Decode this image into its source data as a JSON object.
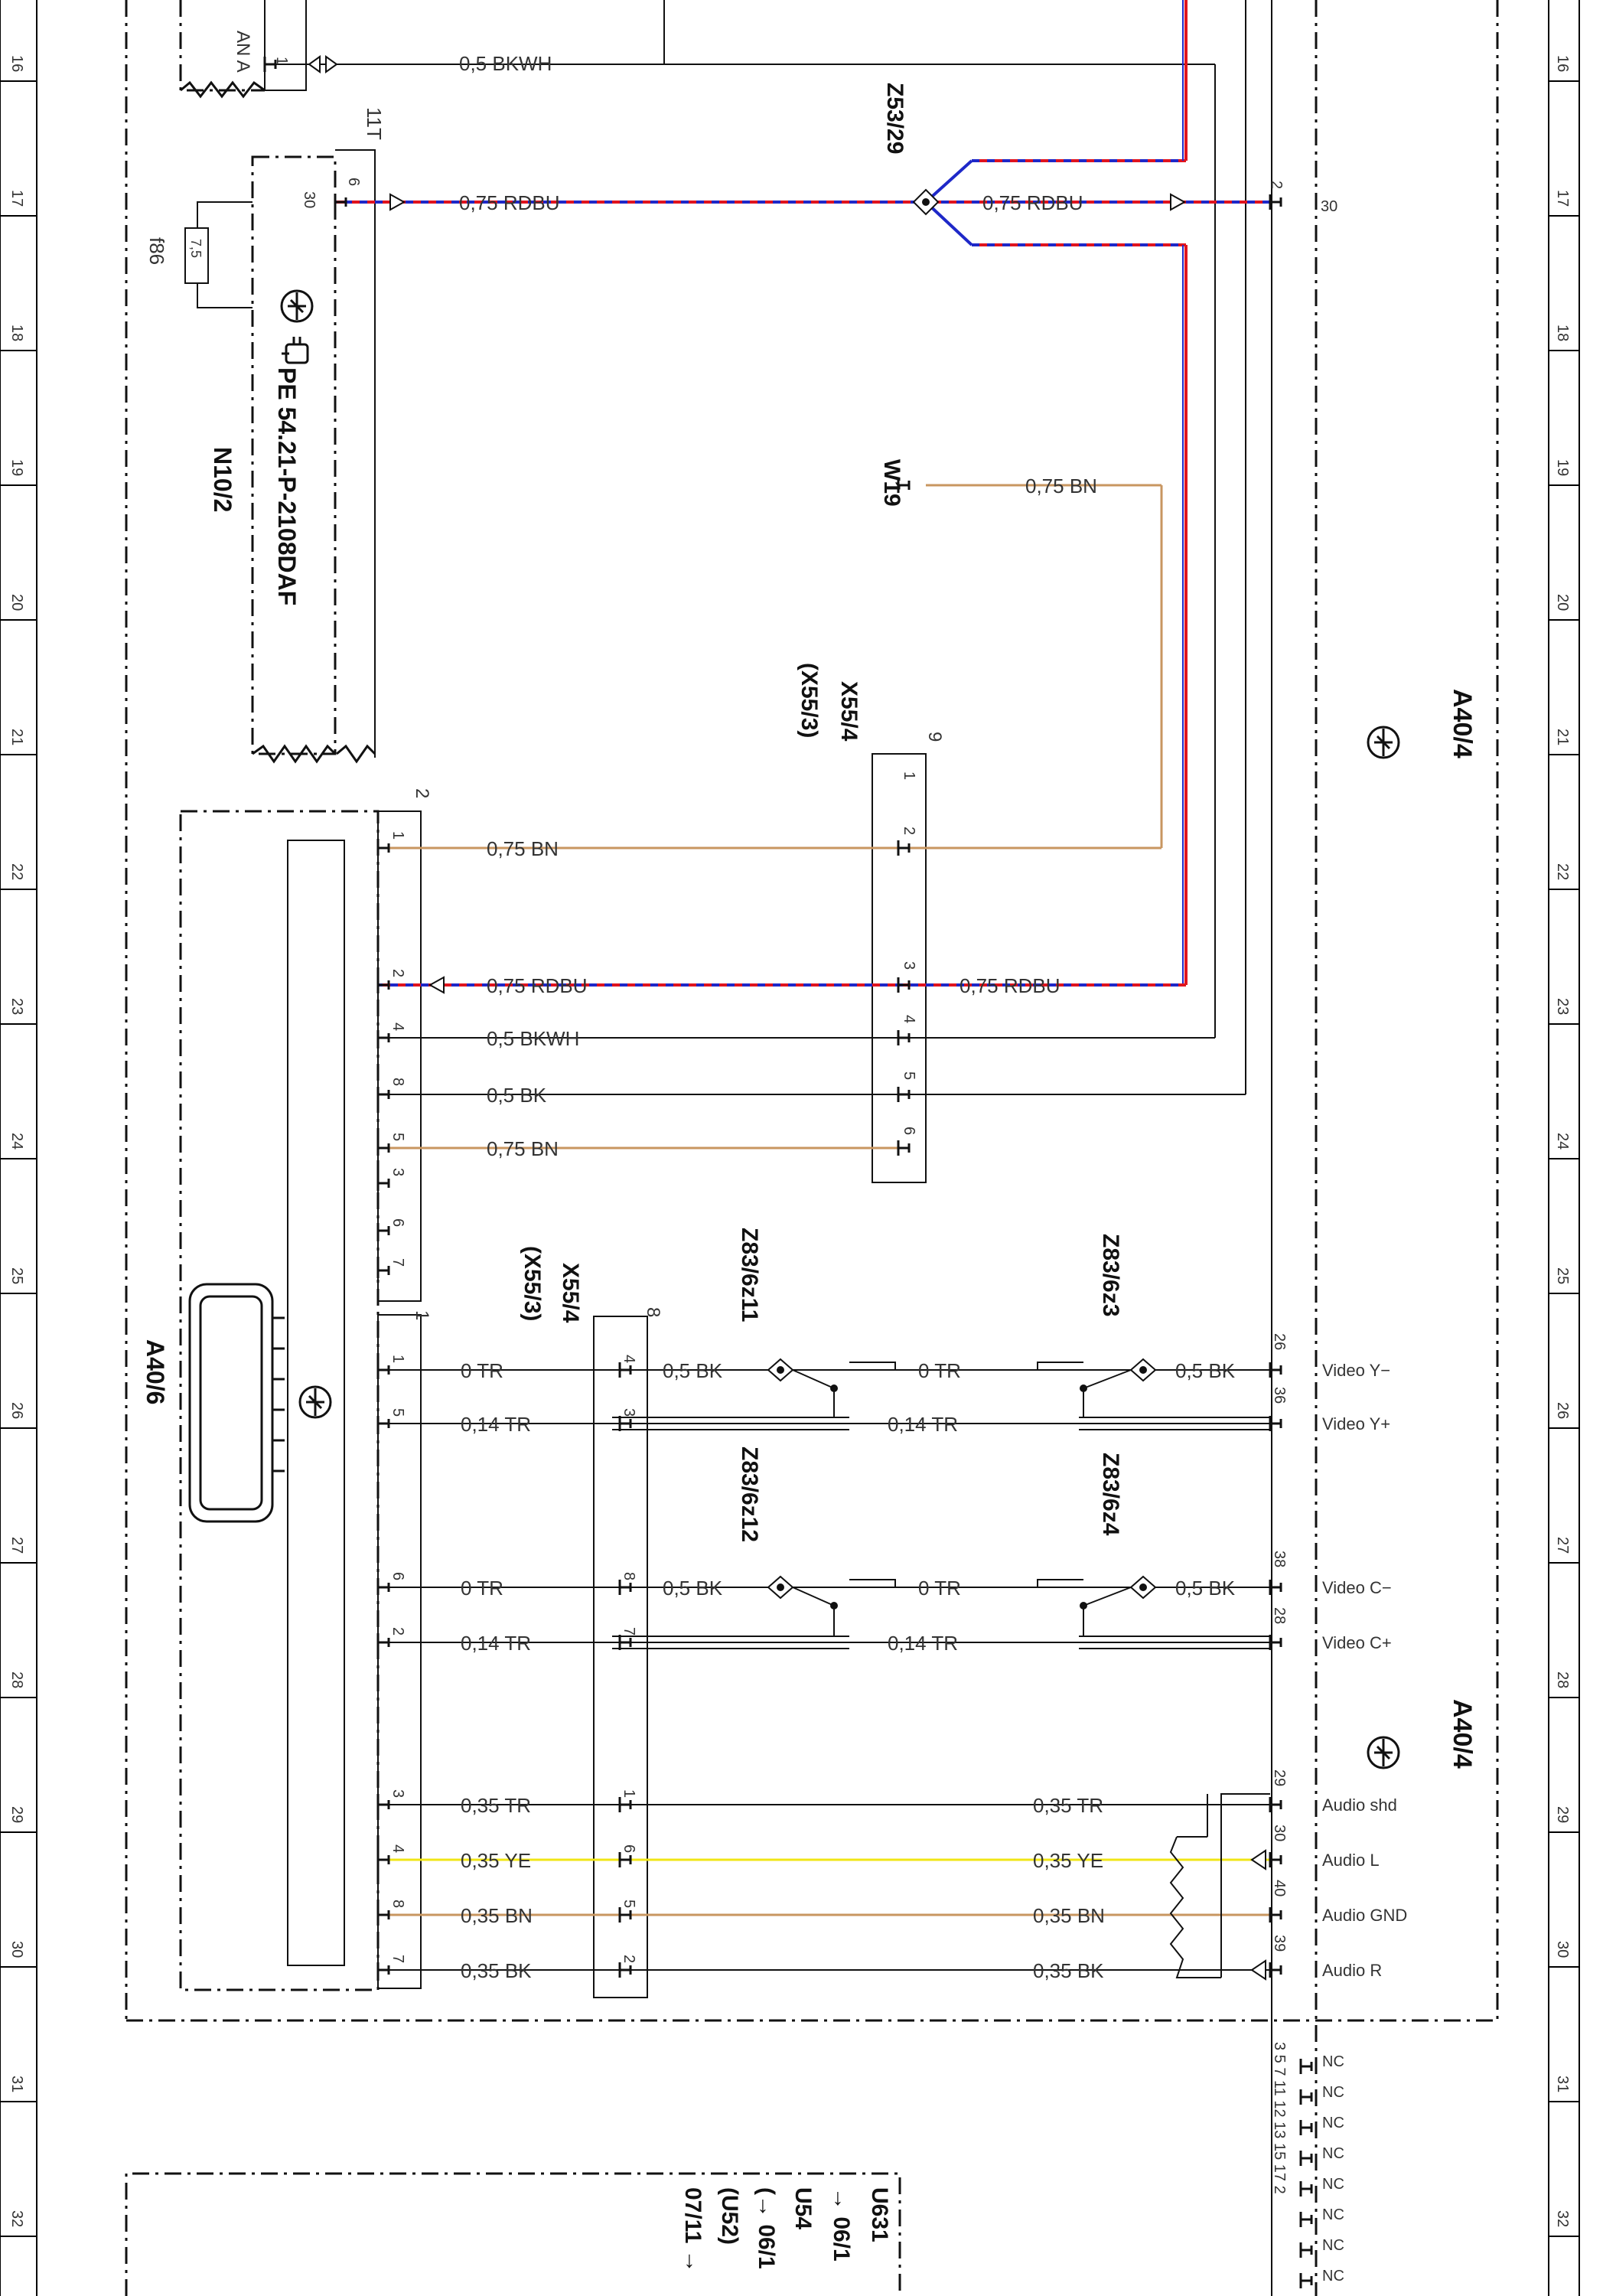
{
  "rows": [
    "16",
    "17",
    "18",
    "19",
    "20",
    "21",
    "22",
    "23",
    "24",
    "25",
    "26",
    "27",
    "28",
    "29",
    "30",
    "31",
    "32"
  ],
  "components": {
    "a40_4_top": "A40/4",
    "a40_4_bottom": "A40/4",
    "a40_6": "A40/6",
    "n10_2": "N10/2",
    "pe_ref": "PE 54.21-P-2108DAF",
    "top_cut": "AN A",
    "conn_11t": "11T",
    "fuse_id": "f86",
    "fuse_value": "7,5",
    "x55_4_upper": "X55/4",
    "x55_3_upper": "(X55/3)",
    "x55_4_lower": "X55/4",
    "x55_3_lower": "(X55/3)",
    "conn_9": "9",
    "conn_8": "8",
    "conn_2": "2",
    "conn_1": "1",
    "z53_29": "Z53/29",
    "w19": "W19",
    "z83_6z11": "Z83/6z11",
    "z83_6z3": "Z83/6z3",
    "z83_6z12": "Z83/6z12",
    "z83_6z4": "Z83/6z4",
    "u631": "U631",
    "u54": "U54",
    "u52": "(U52)",
    "ref_06_1a": "→ 06/1",
    "ref_06_1b": "(→ 06/1",
    "ref_07_11": "07/11 →"
  },
  "wires": {
    "w_bkwh_top": "0,5 BKWH",
    "w_rdbu_17a": "0,75 RDBU",
    "w_rdbu_17b": "0,75 RDBU",
    "w_bn_19": "0,75 BN",
    "w_bn_22": "0,75 BN",
    "w_rdbu_22a": "0,75 RDBU",
    "w_rdbu_22b": "0,75 RDBU",
    "w_bkwh_23": "0,5 BKWH",
    "w_bk_23": "0,5 BK",
    "w_bn_24": "0,75 BN",
    "v_tr_0a": "0 TR",
    "v_bk_a": "0,5 BK",
    "v_tr_0b": "0 TR",
    "v_bk_b": "0,5 BK",
    "v_tr_014a": "0,14 TR",
    "v_tr_014b": "0,14 TR",
    "c_tr_0a": "0 TR",
    "c_bk_a": "0,5 BK",
    "c_tr_0b": "0 TR",
    "c_bk_b": "0,5 BK",
    "c_tr_014a": "0,14 TR",
    "c_tr_014b": "0,14 TR",
    "a_tr_l": "0,35 TR",
    "a_ye_l": "0,35 YE",
    "a_bn_l": "0,35 BN",
    "a_bk_l": "0,35 BK",
    "a_tr_r": "0,35 TR",
    "a_ye_r": "0,35 YE",
    "a_bn_r": "0,35 BN",
    "a_bk_r": "0,35 BK"
  },
  "signals": {
    "video_y_minus": "Video Y−",
    "video_y_plus": "Video Y+",
    "video_c_minus": "Video C−",
    "video_c_plus": "Video C+",
    "audio_shd": "Audio shd",
    "audio_l": "Audio L",
    "audio_gnd": "Audio GND",
    "audio_r": "Audio R",
    "nc": "NC"
  },
  "pins": {
    "p_1_top": "1",
    "p_30_11t": "30",
    "p_6_11t": "6",
    "p_2_r": "2",
    "p_30_r": "30",
    "p_1_a": "1",
    "p_2_a": "2",
    "p_4_a": "4",
    "p_8_a": "8",
    "p_5_a": "5",
    "p_3_a": "3",
    "p_6_a": "6",
    "p_7_a": "7",
    "x_1": "1",
    "x_2": "2",
    "x_3": "3",
    "x_4": "4",
    "x_5": "5",
    "x_6": "6",
    "b_1": "1",
    "b_5": "5",
    "b_6": "6",
    "b_2": "2",
    "b_3": "3",
    "b_4": "4",
    "b_8": "8",
    "b_7": "7",
    "y_4": "4",
    "y_3": "3",
    "y_8": "8",
    "y_7": "7",
    "y_1": "1",
    "y_6": "6",
    "y_5": "5",
    "y_2": "2",
    "r_26": "26",
    "r_36": "36",
    "r_38": "38",
    "r_28": "28",
    "r_29": "29",
    "r_30": "30",
    "r_40": "40",
    "r_39": "39",
    "nc_pins": "3  5  7  11 12 13 15 17 2"
  },
  "colors": {
    "red": "#e0141e",
    "blue": "#1e28c8",
    "brown": "#c89660",
    "yellow": "#f0e614",
    "black": "#1a1a1a"
  }
}
